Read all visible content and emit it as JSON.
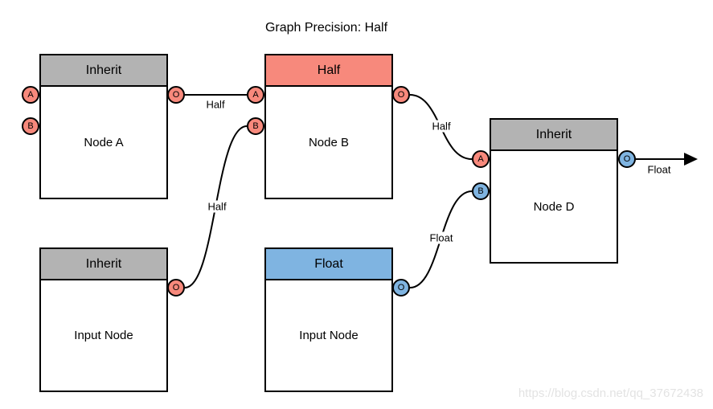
{
  "title": "Graph Precision: Half",
  "watermark": "https://blog.csdn.net/qq_37672438",
  "colors": {
    "header_gray": "#b3b3b3",
    "header_red": "#f7897c",
    "header_blue": "#7fb4e1",
    "port_red": "#f7897c",
    "port_blue": "#7fb4e1",
    "stroke": "#000000",
    "watermark_gray": "#e3e3e3"
  },
  "nodes": [
    {
      "name": "node-a",
      "header": "Inherit",
      "header_color": "#b3b3b3",
      "label": "Node A",
      "ports": [
        {
          "label": "A",
          "color": "#f7897c"
        },
        {
          "label": "B",
          "color": "#f7897c"
        },
        {
          "label": "O",
          "color": "#f7897c"
        }
      ]
    },
    {
      "name": "node-b",
      "header": "Half",
      "header_color": "#f7897c",
      "label": "Node B",
      "ports": [
        {
          "label": "A",
          "color": "#f7897c"
        },
        {
          "label": "B",
          "color": "#f7897c"
        },
        {
          "label": "O",
          "color": "#f7897c"
        }
      ]
    },
    {
      "name": "node-d",
      "header": "Inherit",
      "header_color": "#b3b3b3",
      "label": "Node D",
      "ports": [
        {
          "label": "A",
          "color": "#f7897c"
        },
        {
          "label": "B",
          "color": "#7fb4e1"
        },
        {
          "label": "O",
          "color": "#7fb4e1"
        }
      ]
    },
    {
      "name": "input-node-left",
      "header": "Inherit",
      "header_color": "#b3b3b3",
      "label": "Input Node",
      "ports": [
        {
          "label": "O",
          "color": "#f7897c"
        }
      ]
    },
    {
      "name": "input-node-middle",
      "header": "Float",
      "header_color": "#7fb4e1",
      "label": "Input Node",
      "ports": [
        {
          "label": "O",
          "color": "#7fb4e1"
        }
      ]
    }
  ],
  "edges": [
    {
      "label": "Half",
      "from": "node-a.O",
      "to": "node-b.A"
    },
    {
      "label": "Half",
      "from": "node-b.O",
      "to": "node-d.A"
    },
    {
      "label": "Half",
      "from": "input-node-left.O",
      "to": "node-b.B"
    },
    {
      "label": "Float",
      "from": "input-node-middle.O",
      "to": "node-d.B"
    },
    {
      "label": "Float",
      "from": "node-d.O",
      "to": "graph-output-arrow"
    }
  ]
}
